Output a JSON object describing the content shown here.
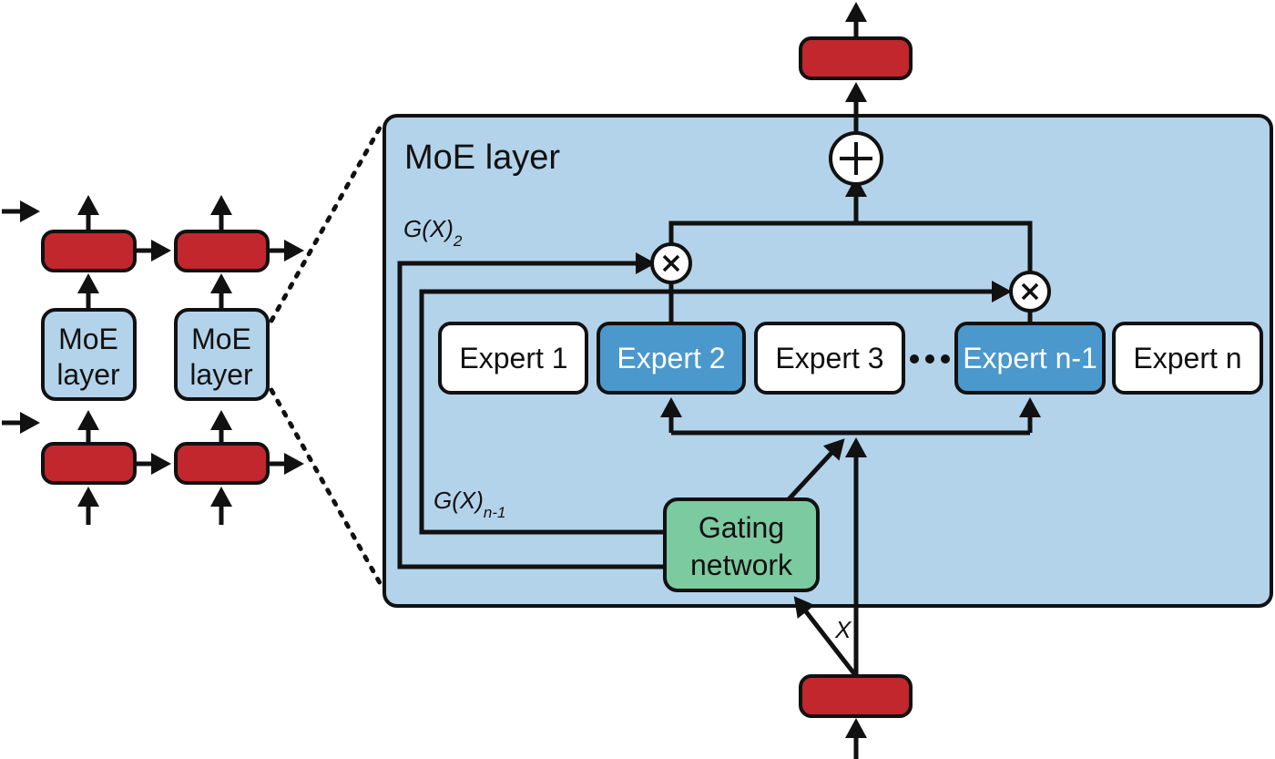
{
  "moe_layer": {
    "title": "MoE layer",
    "experts": [
      {
        "label": "Expert 1",
        "selected": false
      },
      {
        "label": "Expert 2",
        "selected": true
      },
      {
        "label": "Expert 3",
        "selected": false
      },
      {
        "label": "Expert n-1",
        "selected": true
      },
      {
        "label": "Expert n",
        "selected": false
      }
    ],
    "gating": {
      "line1": "Gating",
      "line2": "network"
    },
    "input_label": "X",
    "gate_label_a": {
      "base": "G(X)",
      "sub": "2"
    },
    "gate_label_b": {
      "base": "G(X)",
      "sub": "n-1"
    }
  },
  "mini_stack": {
    "layer_line1": "MoE",
    "layer_line2": "layer"
  },
  "colors": {
    "token_red": "#c1272d",
    "panel_blue": "#b3d3ea",
    "expert_selected": "#4a98cc",
    "gating_green": "#7ccaa0",
    "stroke": "#111111"
  }
}
